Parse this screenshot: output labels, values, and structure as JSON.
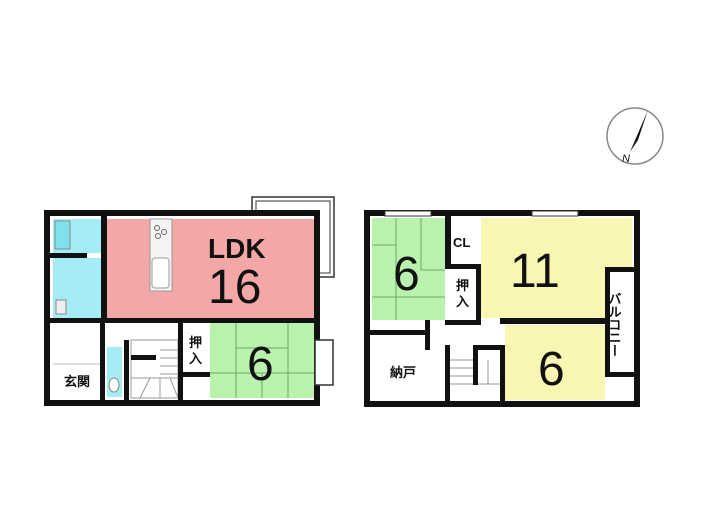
{
  "compass": {
    "label": "N"
  },
  "floor1": {
    "ldk": {
      "label": "LDK",
      "size": "16",
      "color": "#f4a7a7"
    },
    "washitsu": {
      "size": "6",
      "color": "#b9f2ad"
    },
    "oshiire": {
      "label": "押入"
    },
    "genkan": {
      "label": "玄関"
    },
    "wet_color": "#a6ecf5"
  },
  "floor2": {
    "washitsu": {
      "size": "6",
      "color": "#b9f2ad"
    },
    "closet": {
      "label": "CL"
    },
    "oshiire": {
      "label": "押入"
    },
    "room11": {
      "size": "11",
      "color": "#f8f6b2"
    },
    "room6": {
      "size": "6",
      "color": "#f8f6b2"
    },
    "storage": {
      "label": "納戸"
    },
    "balcony": {
      "label": "バルコニー"
    }
  }
}
